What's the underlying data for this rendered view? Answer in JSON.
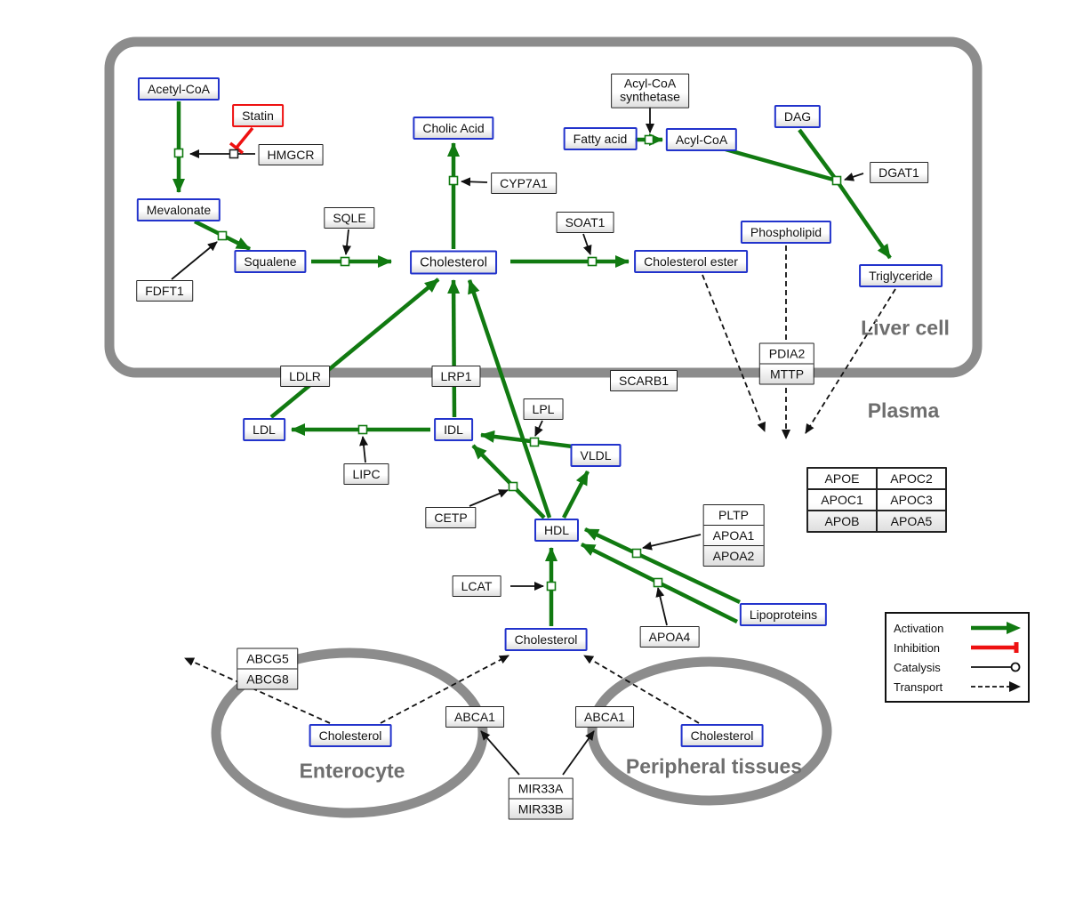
{
  "compartments": {
    "liver": "Liver cell",
    "plasma": "Plasma",
    "enterocyte": "Enterocyte",
    "peripheral": "Peripheral tissues"
  },
  "nodes": {
    "acetyl_coa": "Acetyl-CoA",
    "statin": "Statin",
    "hmgcr": "HMGCR",
    "mevalonate": "Mevalonate",
    "sqle": "SQLE",
    "squalene": "Squalene",
    "fdft1": "FDFT1",
    "cholic_acid": "Cholic Acid",
    "cyp7a1": "CYP7A1",
    "cholesterol_liver": "Cholesterol",
    "soat1": "SOAT1",
    "cholesterol_ester": "Cholesterol ester",
    "acyl_coa_synthetase_line1": "Acyl-CoA",
    "acyl_coa_synthetase_line2": "synthetase",
    "fatty_acid": "Fatty acid",
    "acyl_coa": "Acyl-CoA",
    "dag": "DAG",
    "dgat1": "DGAT1",
    "phospholipid": "Phospholipid",
    "triglyceride": "Triglyceride",
    "ldlr": "LDLR",
    "lrp1": "LRP1",
    "scarb1": "SCARB1",
    "pdia2": "PDIA2",
    "mttp": "MTTP",
    "ldl": "LDL",
    "idl": "IDL",
    "lpl": "LPL",
    "vldl": "VLDL",
    "lipc": "LIPC",
    "cetp": "CETP",
    "hdl": "HDL",
    "pltp": "PLTP",
    "apoa1": "APOA1",
    "apoa2": "APOA2",
    "lcat": "LCAT",
    "cholesterol_plasma": "Cholesterol",
    "apoa4": "APOA4",
    "lipoproteins": "Lipoproteins",
    "abcg5": "ABCG5",
    "abcg8": "ABCG8",
    "cholesterol_enterocyte": "Cholesterol",
    "abca1_left": "ABCA1",
    "abca1_right": "ABCA1",
    "cholesterol_peripheral": "Cholesterol",
    "mir33a": "MIR33A",
    "mir33b": "MIR33B"
  },
  "apo_table": {
    "rows": [
      [
        "APOE",
        "APOC2"
      ],
      [
        "APOC1",
        "APOC3"
      ],
      [
        "APOB",
        "APOA5"
      ]
    ]
  },
  "legend": {
    "activation": "Activation",
    "inhibition": "Inhibition",
    "catalysis": "Catalysis",
    "transport": "Transport"
  },
  "colors": {
    "activation_green": "#117a11",
    "inhibition_red": "#ee1111",
    "node_border_blue": "#2233cc",
    "membrane_gray": "#8c8c8c"
  }
}
